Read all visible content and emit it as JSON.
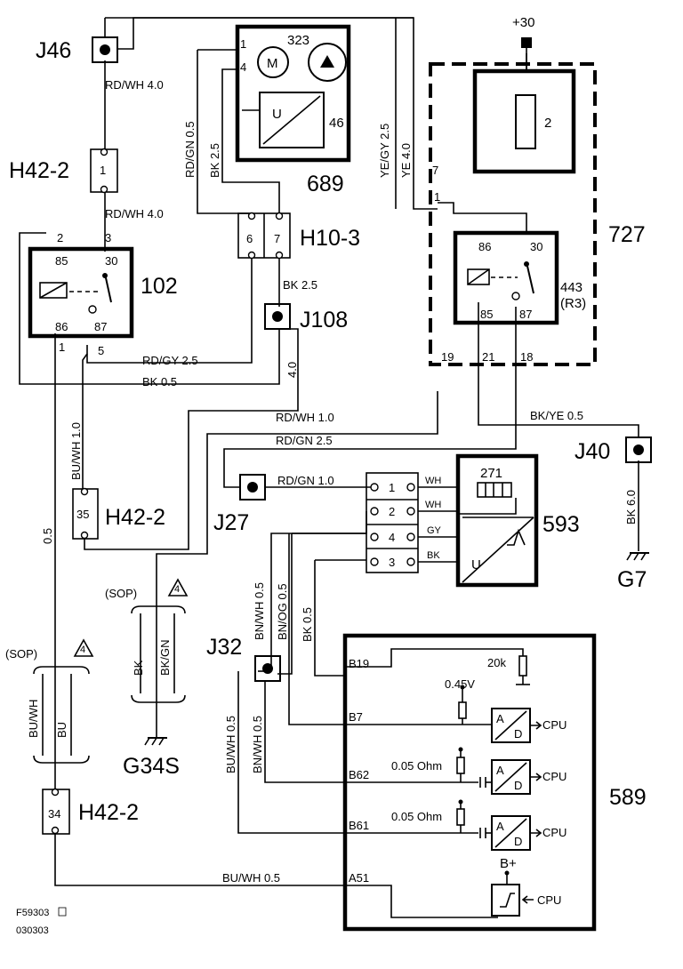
{
  "connectors": {
    "j46": "J46",
    "j108": "J108",
    "j40": "J40",
    "j27": "J27",
    "j32": "J32",
    "h42_2_a": "H42-2",
    "h42_2_b": "H42-2",
    "h42_2_c": "H42-2",
    "h10_3": "H10-3",
    "pin_h42a": "1",
    "pin_h42b": "35",
    "pin_h42c": "34",
    "pin_h10_6": "6",
    "pin_h10_7": "7"
  },
  "components": {
    "c689": "689",
    "c323": "323",
    "c46": "46",
    "c102": "102",
    "c727": "727",
    "c443": "443",
    "c443_r3": "(R3)",
    "c2": "2",
    "c593": "593",
    "c271": "271",
    "c589": "589",
    "plus30": "+30",
    "motor": "M",
    "u": "U",
    "g7": "G7",
    "g34s": "G34S",
    "b_plus": "B+"
  },
  "wires": {
    "rdwh40_a": "RD/WH 4.0",
    "rdwh40_b": "RD/WH 4.0",
    "rdgn05": "RD/GN 0.5",
    "bk25_a": "BK  2.5",
    "bk25_b": "BK  2.5",
    "yegy25": "YE/GY  2.5",
    "ye40": "YE  4.0",
    "rdgy25": "RD/GY  2.5",
    "bk05": "BK  0.5",
    "w40": "4.0",
    "buwh10": "BU/WH 1.0",
    "w05": "0.5",
    "rdwh10": "RD/WH 1.0",
    "rdgn25": "RD/GN  2.5",
    "rdgn10": "RD/GN 1.0",
    "bkye05": "BK/YE   0.5",
    "bk60": "BK 6.0",
    "bnwh05_a": "BN/WH 0.5",
    "bnog05": "BN/OG 0.5",
    "bk05_v": "BK  0.5",
    "buwh05_a": "BU/WH  0.5",
    "bnwh05_b": "BN/WH  0.5",
    "buwh05_b": "BU/WH  0.5",
    "sop_a": "(SOP)",
    "sop_b": "(SOP)",
    "bk": "BK",
    "bkgn": "BK/GN",
    "buwh": "BU/WH",
    "bu": "BU",
    "tri": "4"
  },
  "pins": {
    "p689_1": "1",
    "p689_4": "4",
    "p102_2": "2",
    "p102_3": "3",
    "p102_85": "85",
    "p102_30": "30",
    "p102_86": "86",
    "p102_87": "87",
    "p102_1": "1",
    "p102_5": "5",
    "p727_7": "7",
    "p727_1": "1",
    "p443_86": "86",
    "p443_30": "30",
    "p443_85": "85",
    "p443_87": "87",
    "p727_19": "19",
    "p727_21": "21",
    "p727_18": "18",
    "p593_1": "1",
    "p593_2": "2",
    "p593_4": "4",
    "p593_3": "3",
    "c593_wh1": "WH",
    "c593_wh2": "WH",
    "c593_gy": "GY",
    "c593_bk": "BK",
    "b19": "B19",
    "b7": "B7",
    "b62": "B62",
    "b61": "B61",
    "a51": "A51",
    "r20k": "20k",
    "v045": "0.45V",
    "ohm1": "0.05 Ohm",
    "ohm2": "0.05 Ohm",
    "cpu1": "CPU",
    "cpu2": "CPU",
    "cpu3": "CPU",
    "cpu4": "CPU",
    "ad_a": "A",
    "ad_d": "D"
  },
  "footer": {
    "code": "F59303",
    "date": "030303"
  }
}
